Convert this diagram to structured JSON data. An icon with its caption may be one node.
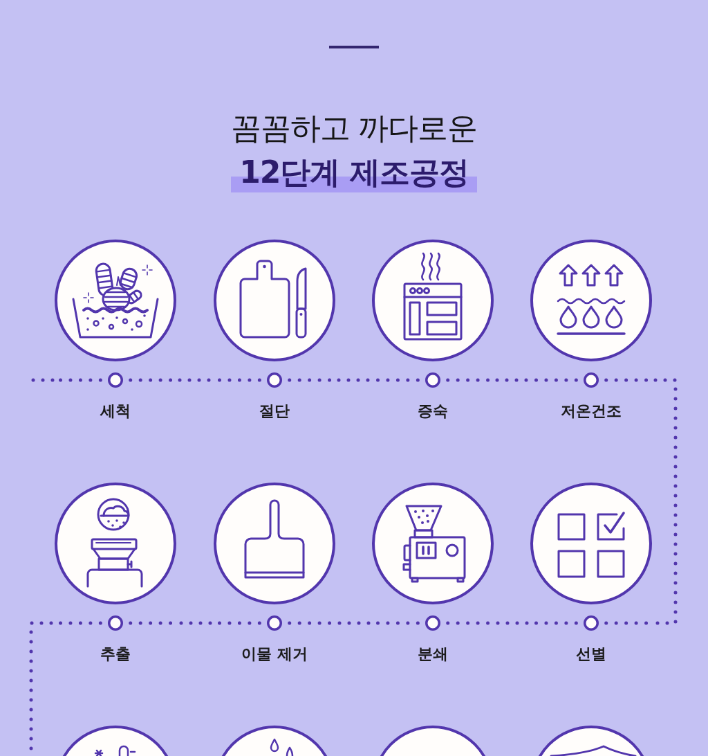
{
  "diagram": {
    "title": "꼼꼼하고 까다로운 **12단계 제조공정**",
    "nodes": [
      {
        "text": [
          "세척"
        ]
      },
      {
        "text": [
          "절단"
        ]
      },
      {
        "text": [
          "증숙"
        ]
      },
      {
        "text": [
          "저온건조"
        ]
      },
      {
        "text": [
          "추출"
        ]
      },
      {
        "text": [
          "이물 제거"
        ]
      },
      {
        "text": [
          "분쇄"
        ]
      },
      {
        "text": [
          "선별"
        ]
      },
      {
        "text": [],
        "shape": "circle"
      },
      {
        "text": [],
        "shape": "circle"
      },
      {
        "text": [],
        "shape": "circle"
      },
      {
        "text": [],
        "shape": "circle"
      }
    ],
    "edges": [
      {
        "from": null,
        "to": 0,
        "arrow": "none",
        "style": "dashed"
      },
      {
        "from": 0,
        "to": 1,
        "arrow": "none",
        "style": "dashed"
      },
      {
        "from": 1,
        "to": 2,
        "arrow": "none",
        "style": "dashed"
      },
      {
        "from": 2,
        "to": 3,
        "arrow": "none",
        "style": "dashed"
      },
      {
        "from": 3,
        "to": 7,
        "arrow": "none",
        "style": "dashed"
      },
      {
        "from": 7,
        "to": 6,
        "arrow": "none",
        "style": "dashed"
      },
      {
        "from": 6,
        "to": 5,
        "arrow": "none",
        "style": "dashed"
      },
      {
        "from": 5,
        "to": 4,
        "arrow": "none",
        "style": "dashed"
      },
      {
        "from": 4,
        "to": null,
        "arrow": "none",
        "style": "dashed"
      }
    ]
  }
}
